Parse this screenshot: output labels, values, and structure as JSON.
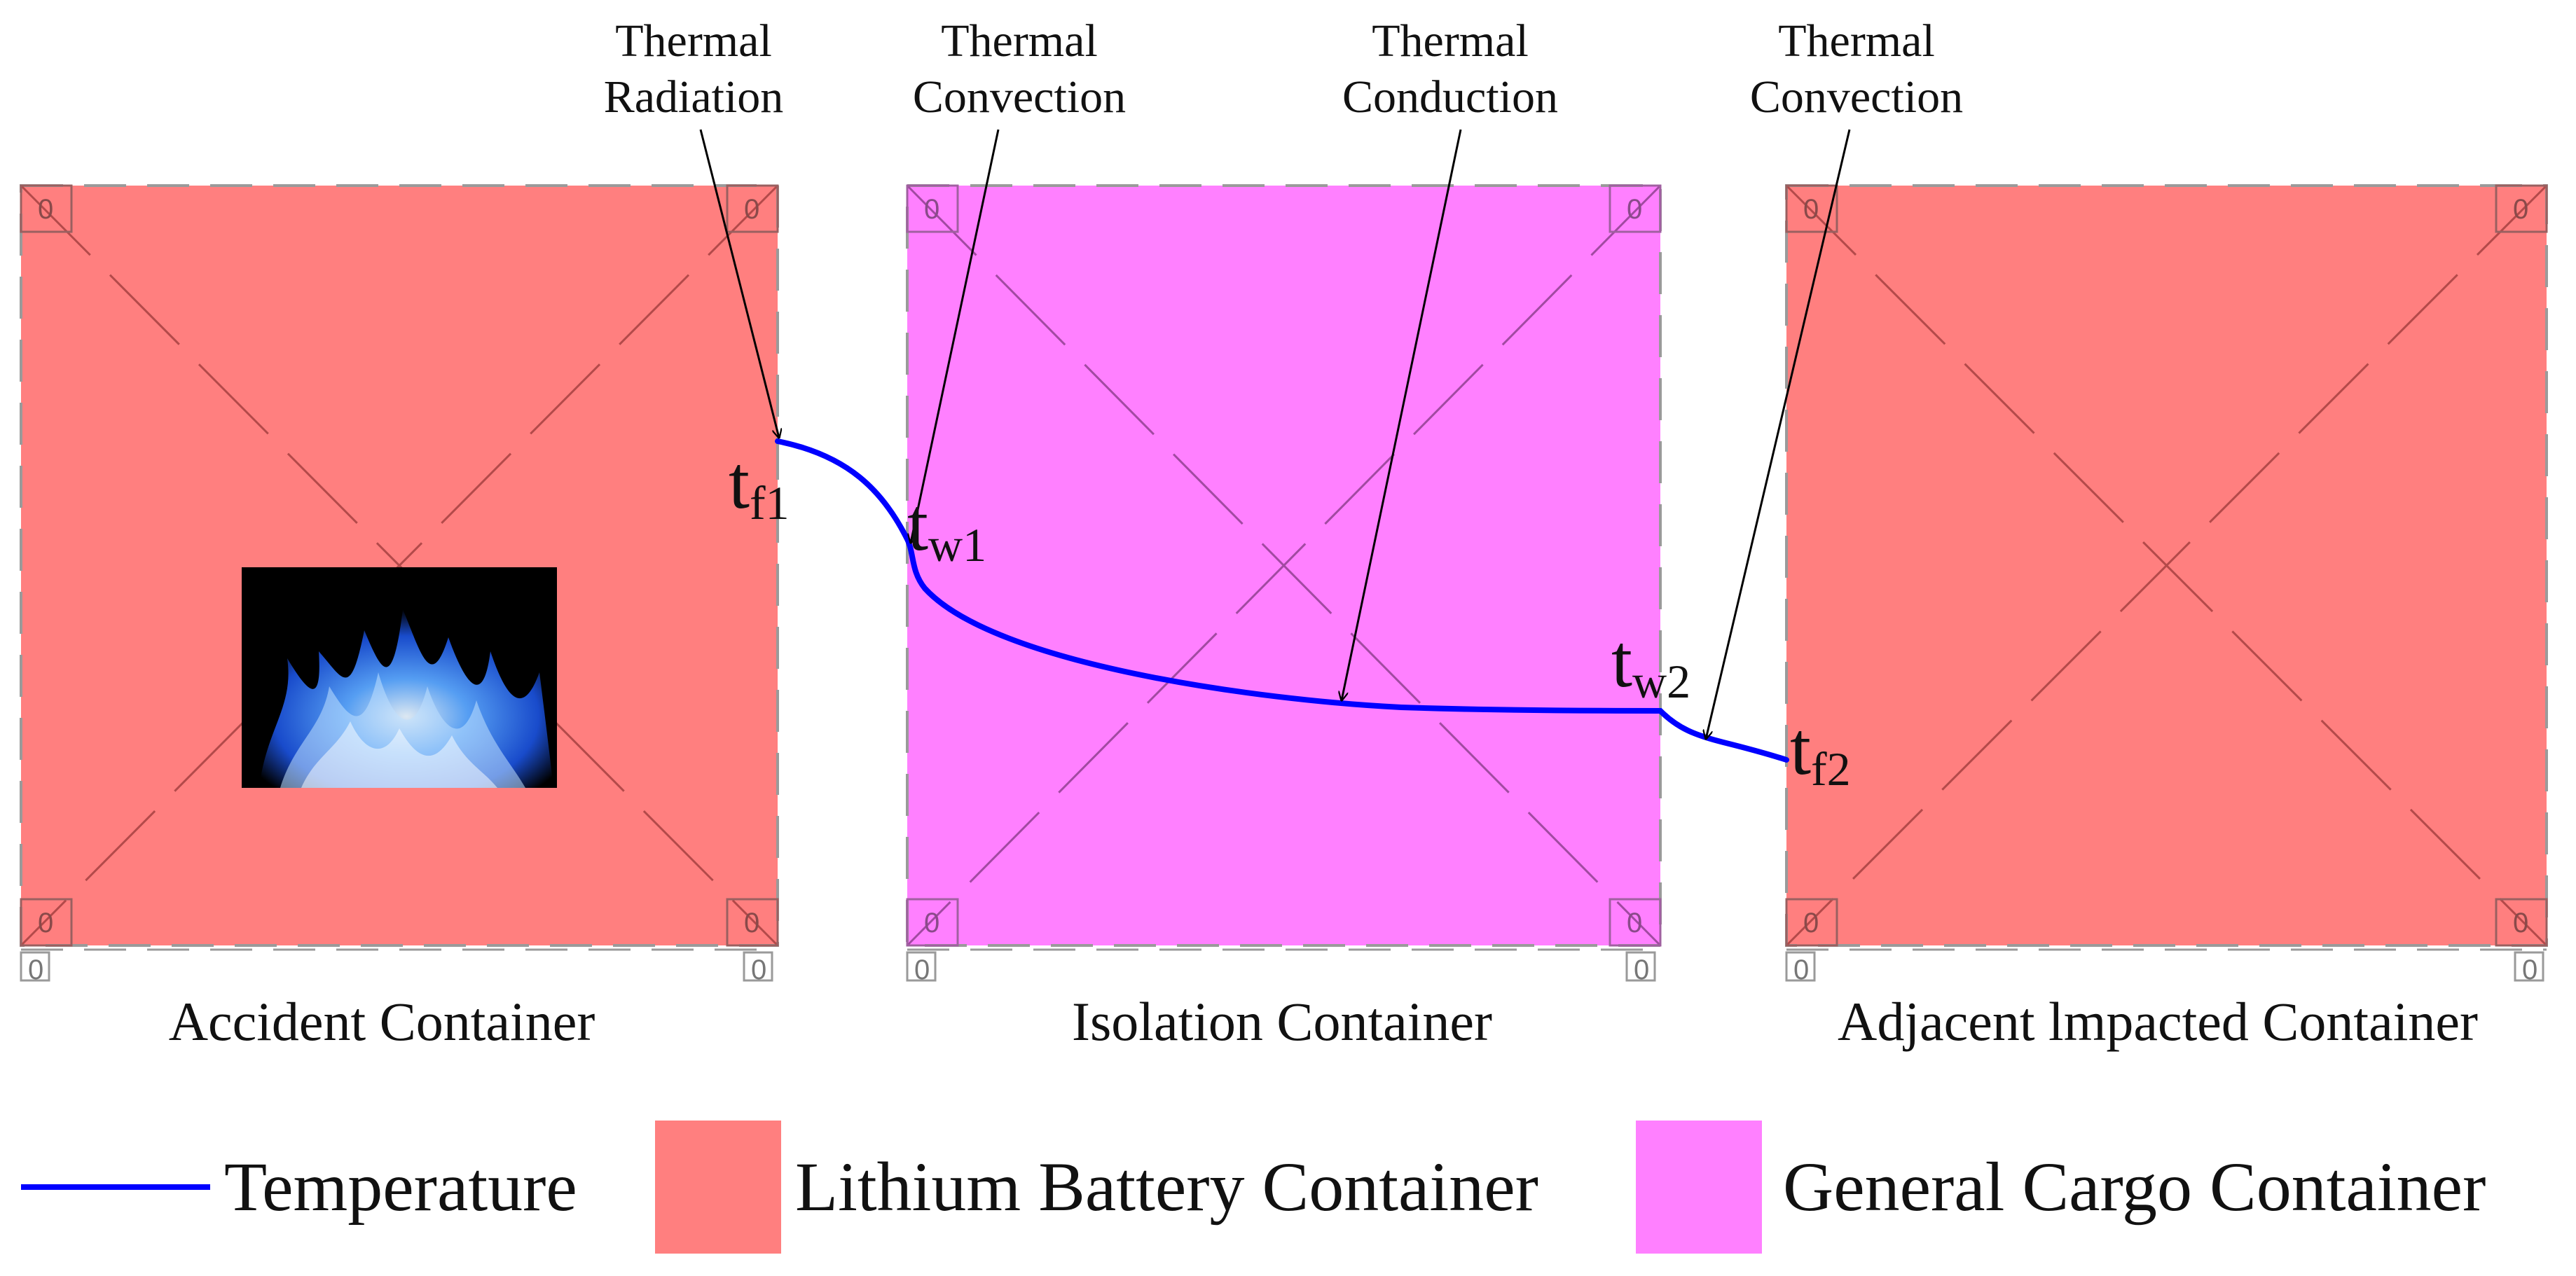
{
  "colors": {
    "lithium": "#ff7f7f",
    "general": "#ff80ff",
    "temperature": "#0000ff",
    "flame_bg": "#000000",
    "flame_blue": "#3f8fff"
  },
  "process_labels": [
    {
      "line1": "Thermal",
      "line2": "Radiation"
    },
    {
      "line1": "Thermal",
      "line2": "Convection"
    },
    {
      "line1": "Thermal",
      "line2": "Conduction"
    },
    {
      "line1": "Thermal",
      "line2": "Convection"
    }
  ],
  "containers": [
    {
      "caption": "Accident Container",
      "type": "lithium",
      "corner_mark": "0"
    },
    {
      "caption": "Isolation Container",
      "type": "general",
      "corner_mark": "0"
    },
    {
      "caption": "Adjacent lmpacted Container",
      "type": "lithium",
      "corner_mark": "0"
    }
  ],
  "temperature_points": [
    {
      "base": "t",
      "sub": "f1"
    },
    {
      "base": "t",
      "sub": "w1"
    },
    {
      "base": "t",
      "sub": "w2"
    },
    {
      "base": "t",
      "sub": "f2"
    }
  ],
  "flame_icon": "flame-icon",
  "legend": {
    "temperature": "Temperature",
    "lithium": "Lithium Battery Container",
    "general": "General Cargo Container"
  }
}
